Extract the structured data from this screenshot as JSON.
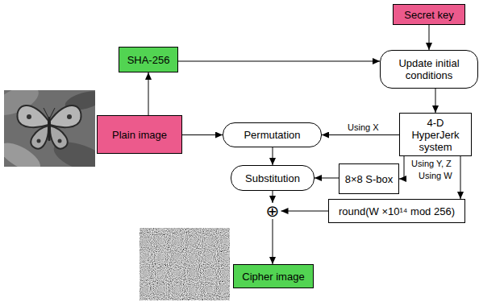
{
  "diagram": {
    "nodes": [
      {
        "text": [
          "Secret key"
        ]
      },
      {
        "text": [
          "SHA-256"
        ]
      },
      {
        "text": [
          "Update initial conditions"
        ]
      },
      {
        "text": [
          "4-D HyperJerk system"
        ]
      },
      {
        "text": [
          "Plain image"
        ]
      },
      {
        "text": [
          "Permutation"
        ]
      },
      {
        "text": [
          "Substitution"
        ]
      },
      {
        "text": [
          "8×8 S-box"
        ]
      },
      {
        "text": [
          "⊕"
        ]
      },
      {
        "text": [
          "round(W ×10¹⁴ mod 256)"
        ]
      },
      {
        "text": [
          "Cipher image"
        ]
      }
    ],
    "edges": [
      {
        "from": 0,
        "to": 2,
        "arrow": "to"
      },
      {
        "from": 4,
        "to": 1,
        "arrow": "to"
      },
      {
        "from": 1,
        "to": 2,
        "arrow": "to"
      },
      {
        "from": 2,
        "to": 3,
        "arrow": "to"
      },
      {
        "from": 4,
        "to": 5,
        "arrow": "to"
      },
      {
        "from": 3,
        "to": 5,
        "label": "Using X",
        "arrow": "to"
      },
      {
        "from": 3,
        "to": 7,
        "label": "Using Y, Z",
        "arrow": "to"
      },
      {
        "from": 3,
        "to": 9,
        "label": "Using W",
        "arrow": "to"
      },
      {
        "from": 7,
        "to": 6,
        "arrow": "to"
      },
      {
        "from": 5,
        "to": 6,
        "arrow": "to"
      },
      {
        "from": 6,
        "to": 8,
        "arrow": "to"
      },
      {
        "from": 9,
        "to": 8,
        "arrow": "to"
      },
      {
        "from": 8,
        "to": 10,
        "arrow": "to"
      }
    ]
  }
}
